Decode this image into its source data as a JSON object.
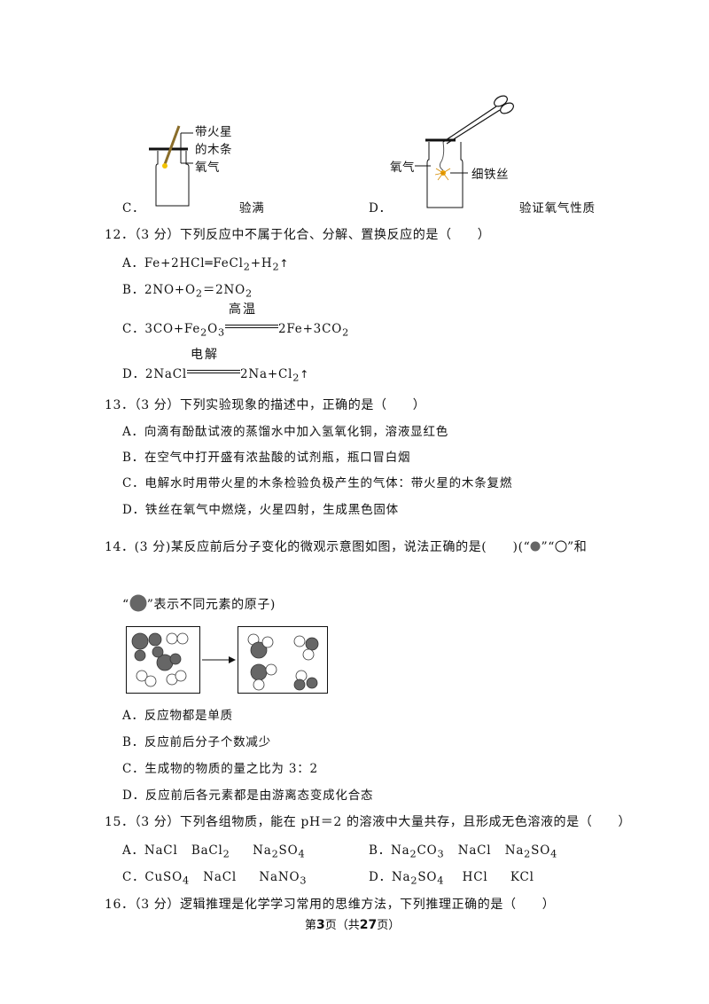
{
  "figures": {
    "c": {
      "letter": "C．",
      "caption": "验满",
      "label_top1": "带火星",
      "label_top2": "的木条",
      "label_gas": "氧气"
    },
    "d": {
      "letter": "D．",
      "caption": "验证氧气性质",
      "label_gas": "氧气",
      "label_wire": "细铁丝"
    }
  },
  "q12": {
    "stem": "12．（3 分）下列反应中不属于化合、分解、置换反应的是（　　）",
    "a_pre": "A．Fe+2HCl",
    "a_eq": "═",
    "a_mid": "FeCl",
    "a_sub": "2",
    "a_post": "+H",
    "a_sub2": "2",
    "b_pre": "B．2NO+O",
    "b_sub": "2",
    "b_mid": "＝2NO",
    "b_sub2": "2",
    "c_pre": "C．3CO+Fe",
    "c_sub1": "2",
    "c_o": "O",
    "c_sub2": "3",
    "c_cond": "高温",
    "c_post": "2Fe+3CO",
    "c_sub3": "2",
    "d_pre": "D．2NaCl",
    "d_cond": "电解",
    "d_post": "2Na+Cl",
    "d_sub": "2",
    "arrow": "↑"
  },
  "q13": {
    "stem": "13．（3 分）下列实验现象的描述中，正确的是（　　）",
    "a": "A．向滴有酚酞试液的蒸馏水中加入氢氧化铜，溶液显红色",
    "b": "B．在空气中打开盛有浓盐酸的试剂瓶，瓶口冒白烟",
    "c": "C．电解水时用带火星的木条检验负极产生的气体：带火星的木条复燃",
    "d": "D．铁丝在氧气中燃烧，火星四射，生成黑色固体"
  },
  "q14": {
    "stem": "14．(3 分)某反应前后分子变化的微观示意图如图，说法正确的是(　　)(“",
    "q1": "”“",
    "q2": "”和",
    "line2_open": "“",
    "line2_close": "”表示不同元素的原子)",
    "a": "A．反应物都是单质",
    "b": "B．反应前后分子个数减少",
    "c": "C．生成物的物质的量之比为 3：2",
    "d": "D．反应前后各元素都是由游离态变成化合态"
  },
  "q15": {
    "stem": "15．（3 分）下列各组物质，能在 pH＝2 的溶液中大量共存，且形成无色溶液的是（　　）",
    "a": [
      "A．NaCl",
      "BaCl",
      "2",
      "Na",
      "2",
      "SO",
      "4"
    ],
    "b": [
      "B．Na",
      "2",
      "CO",
      "3",
      "NaCl",
      "Na",
      "2",
      "SO",
      "4"
    ],
    "c": [
      "C．CuSO",
      "4",
      "NaCl",
      "NaNO",
      "3"
    ],
    "d": [
      "D．Na",
      "2",
      "SO",
      "4",
      "HCl",
      "KCl"
    ]
  },
  "q16": {
    "stem": "16．（3 分）逻辑推理是化学学习常用的思维方法，下列推理正确的是（　　）"
  },
  "footer": {
    "pre": "第",
    "page": "3",
    "mid": "页（共",
    "total": "27",
    "post": "页）"
  }
}
